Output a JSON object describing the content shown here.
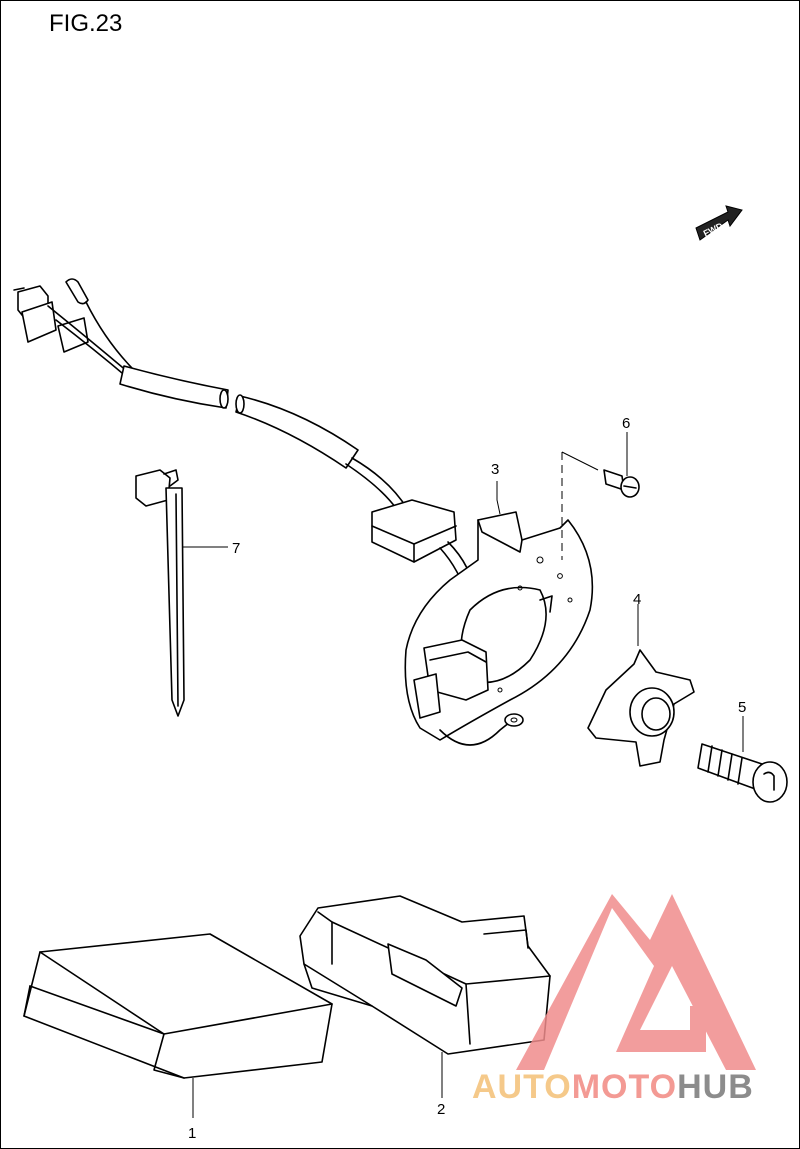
{
  "figure": {
    "title": "FIG.23"
  },
  "fwd_badge": {
    "label": "FWD"
  },
  "callouts": [
    "1",
    "2",
    "3",
    "4",
    "5",
    "6",
    "7"
  ],
  "watermark": {
    "part1": "AUTO",
    "part2": "MOTO",
    "part3": "HUB",
    "colors": {
      "auto": "#f5c98a",
      "moto": "#f39a94",
      "hub": "#8c8c8c",
      "logo": "#f08c8c"
    }
  }
}
